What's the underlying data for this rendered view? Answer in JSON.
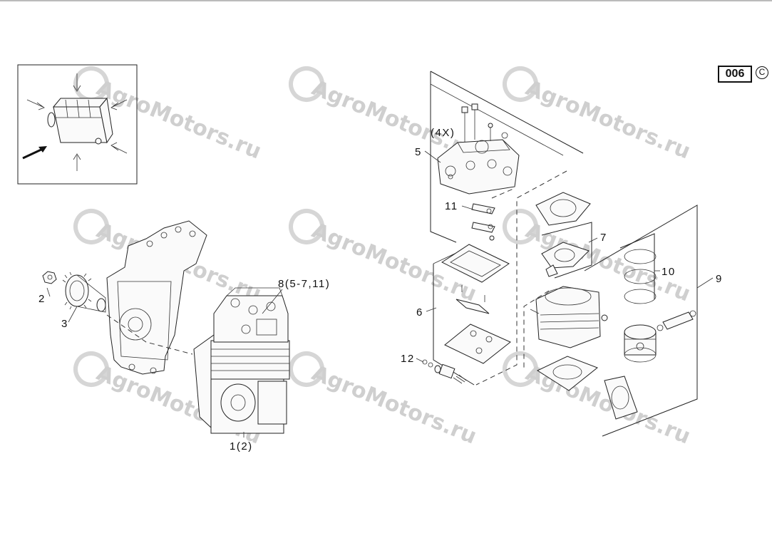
{
  "watermark": "AgroMotors.ru",
  "diagram_code": "006",
  "copyright_symbol": "C",
  "callouts": {
    "c1": "1(2)",
    "c2": "2",
    "c3": "3",
    "c4x": "(4X)",
    "c5": "5",
    "c6": "6",
    "c7": "7",
    "c8": "8(5-7,11)",
    "c9": "9",
    "c10": "10",
    "c11": "11",
    "c12": "12"
  }
}
